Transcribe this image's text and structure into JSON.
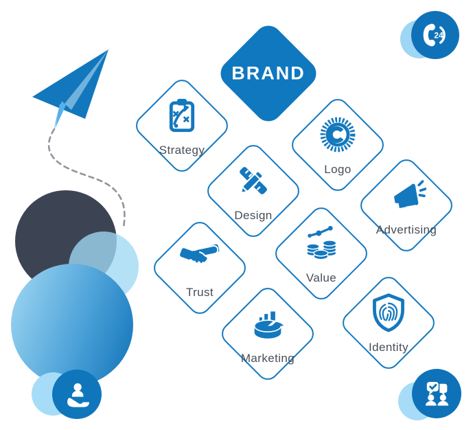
{
  "title": "BRAND",
  "tiles": [
    {
      "label": "Strategy",
      "icon": "strategy-clipboard-icon"
    },
    {
      "label": "Logo",
      "icon": "logo-seal-icon"
    },
    {
      "label": "Design",
      "icon": "design-pencil-ruler-icon"
    },
    {
      "label": "Advertising",
      "icon": "advertising-megaphone-icon"
    },
    {
      "label": "Value",
      "icon": "value-coins-growth-icon"
    },
    {
      "label": "Trust",
      "icon": "trust-handshake-icon"
    },
    {
      "label": "Marketing",
      "icon": "marketing-pie-chart-icon"
    },
    {
      "label": "Identity",
      "icon": "identity-fingerprint-shield-icon"
    }
  ],
  "badges": {
    "support": {
      "icon": "phone-24-icon",
      "text": "24"
    },
    "care": {
      "icon": "hand-person-icon"
    },
    "chat": {
      "icon": "people-chat-check-icon"
    }
  },
  "decor": {
    "plane": "paper-plane-icon",
    "trail": "dashed-flight-trail",
    "circles": "overlapping-circles"
  },
  "colors": {
    "brand_blue": "#0f78bf",
    "outline_blue": "#1579c0",
    "icon_blue": "#1478be",
    "label_gray": "#474e57",
    "dark_slate": "#3c4454",
    "light_blue": "#9fd8f4",
    "badge_blue": "#0f72b8",
    "plane_light_blue": "#54b1ec",
    "trail_gray": "#8e959c"
  }
}
